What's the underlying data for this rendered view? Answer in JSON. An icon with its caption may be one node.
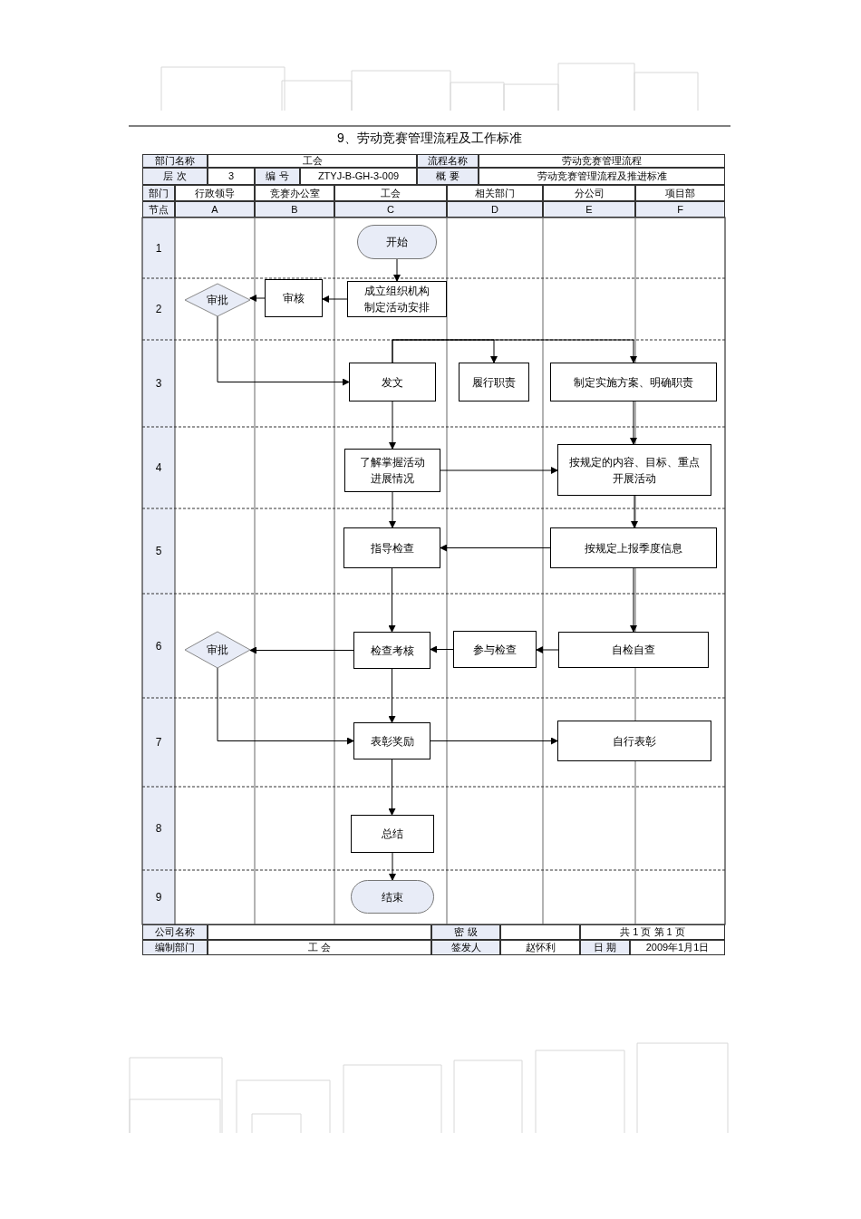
{
  "diagram": {
    "title": "9、劳动竞赛管理流程及工作标准",
    "nodes": [
      {
        "text": [
          "开始"
        ]
      },
      {
        "text": [
          "成立组织机构制定活动安排"
        ]
      },
      {
        "text": [
          "审核"
        ]
      },
      {
        "text": [
          "审批"
        ]
      },
      {
        "text": [
          "发文"
        ]
      },
      {
        "text": [
          "履行职责"
        ]
      },
      {
        "text": [
          "制定实施方案、明确职责"
        ]
      },
      {
        "text": [
          "了解掌握活动进展情况"
        ]
      },
      {
        "text": [
          "按规定的内容、目标、重点开展活动"
        ]
      },
      {
        "text": [
          "指导检查"
        ]
      },
      {
        "text": [
          "按规定上报季度信息"
        ]
      },
      {
        "text": [
          "审批"
        ]
      },
      {
        "text": [
          "检查考核"
        ]
      },
      {
        "text": [
          "参与检查"
        ]
      },
      {
        "text": [
          "自检自查"
        ]
      },
      {
        "text": [
          "表彰奖励"
        ]
      },
      {
        "text": [
          "自行表彰"
        ]
      },
      {
        "text": [
          "总结"
        ]
      },
      {
        "text": [
          "结束"
        ]
      }
    ],
    "edges": [
      {
        "from": 0,
        "to": 1,
        "arrow": "to"
      },
      {
        "from": 1,
        "to": 2,
        "arrow": "to"
      },
      {
        "from": 2,
        "to": 3,
        "arrow": "to"
      },
      {
        "from": 3,
        "to": 4,
        "arrow": "to"
      },
      {
        "from": 4,
        "to": 5,
        "arrow": "to"
      },
      {
        "from": 4,
        "to": 6,
        "arrow": "to"
      },
      {
        "from": 4,
        "to": 7,
        "arrow": "to"
      },
      {
        "from": 6,
        "to": 8,
        "arrow": "to"
      },
      {
        "from": 7,
        "to": 8,
        "arrow": "to"
      },
      {
        "from": 7,
        "to": 9,
        "arrow": "to"
      },
      {
        "from": 8,
        "to": 10,
        "arrow": "to"
      },
      {
        "from": 10,
        "to": 9,
        "arrow": "to"
      },
      {
        "from": 9,
        "to": 12,
        "arrow": "to"
      },
      {
        "from": 10,
        "to": 14,
        "arrow": "to"
      },
      {
        "from": 14,
        "to": 13,
        "arrow": "to"
      },
      {
        "from": 13,
        "to": 12,
        "arrow": "to"
      },
      {
        "from": 12,
        "to": 11,
        "arrow": "to"
      },
      {
        "from": 11,
        "to": 15,
        "arrow": "to"
      },
      {
        "from": 12,
        "to": 15,
        "arrow": "to"
      },
      {
        "from": 15,
        "to": 16,
        "arrow": "to"
      },
      {
        "from": 15,
        "to": 17,
        "arrow": "to"
      },
      {
        "from": 17,
        "to": 18,
        "arrow": "to"
      }
    ],
    "labels": [
      "部门名称",
      "工会",
      "流程名称",
      "劳动竞赛管理流程",
      "层 次",
      "3",
      "编 号",
      "ZTYJ-B-GH-3-009",
      "概 要",
      "劳动竞赛管理流程及推进标准",
      "部门",
      "行政领导",
      "竞赛办公室",
      "工会",
      "相关部门",
      "分公司",
      "项目部",
      "节点",
      "A",
      "B",
      "C",
      "D",
      "E",
      "F",
      "1",
      "2",
      "3",
      "4",
      "5",
      "6",
      "7",
      "8",
      "9",
      "公司名称",
      "密 级",
      "共 1 页 第 1 页",
      "编制部门",
      "工 会",
      "签发人",
      "赵怀利",
      "日 期",
      "2009年1月1日"
    ]
  }
}
